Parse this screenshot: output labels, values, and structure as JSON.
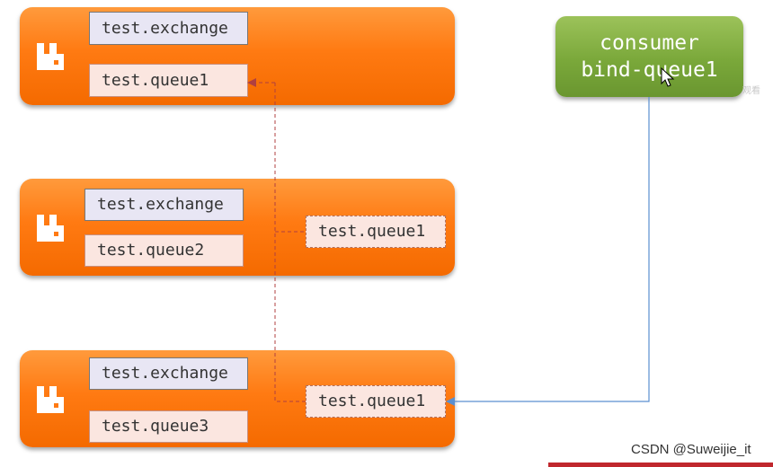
{
  "nodes": [
    {
      "exchange": "test.exchange",
      "queue": "test.queue1"
    },
    {
      "exchange": "test.exchange",
      "queue": "test.queue2",
      "mirror": "test.queue1"
    },
    {
      "exchange": "test.exchange",
      "queue": "test.queue3",
      "mirror": "test.queue1"
    }
  ],
  "consumer": {
    "line1": "consumer",
    "line2": "bind-queue1"
  },
  "overlay_text": "观看",
  "watermark": "CSDN @Suweijie_it",
  "colors": {
    "node_orange": "#ff7a12",
    "consumer_green": "#7aa83a",
    "sync_line": "#b04040",
    "consumer_line": "#5a8fd0"
  }
}
